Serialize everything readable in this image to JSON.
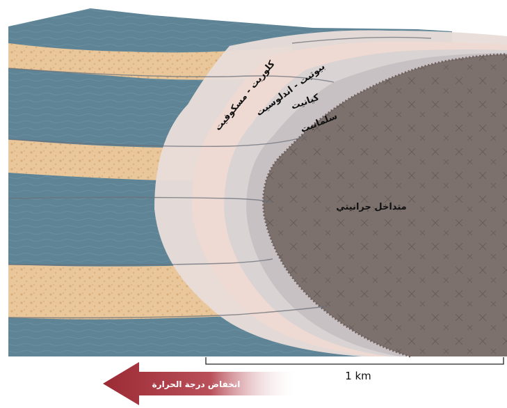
{
  "labels": {
    "zone_chlorite_muscovite": "كلوريت - مسكوفيت",
    "zone_biotite_andalusite": "بيوتيت - اندلوسيت",
    "zone_kyanite": "كيانيت",
    "zone_sillimanite": "سلمانيت",
    "intrusion": "متداخل جرانيتي"
  },
  "scale_bar": {
    "label": "1 km"
  },
  "arrow": {
    "label": "انخفاض درجة الحرارة"
  },
  "colors": {
    "shale_blue": "#5e8496",
    "sandstone_tan": "#e9c79a",
    "granite_gray": "#7d716e",
    "arrow_red": "#a8343c"
  }
}
